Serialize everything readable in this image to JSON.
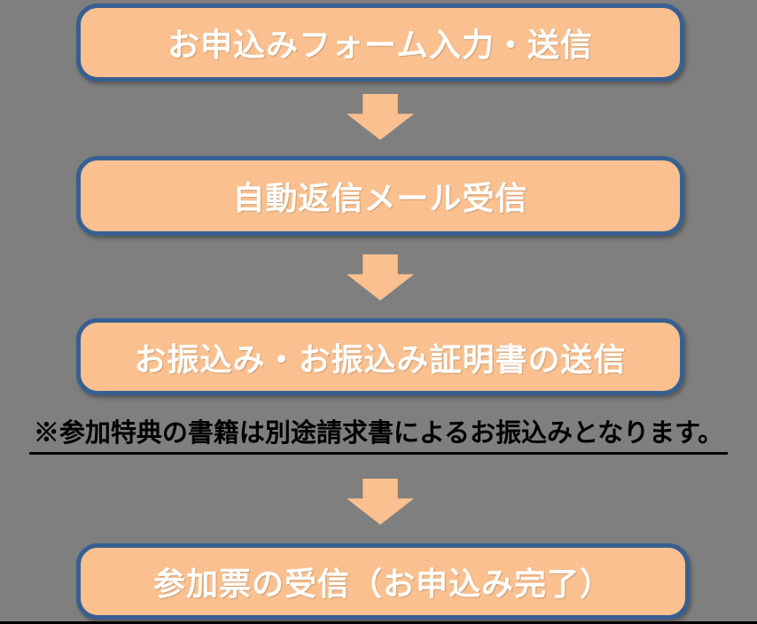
{
  "flow": {
    "steps": [
      {
        "label": "お申込みフォーム入力・送信"
      },
      {
        "label": "自動返信メール受信"
      },
      {
        "label": "お振込み・お振込み証明書の送信"
      },
      {
        "label": "参加票の受信（お申込み完了）"
      }
    ],
    "note": "※参加特典の書籍は別途請求書によるお振込みとなります。"
  },
  "colors": {
    "background": "#7F7F7F",
    "box-fill": "#FAC090",
    "box-border": "#376092",
    "box-text": "#FFFFFF",
    "arrow-fill": "#FAC090",
    "note-text": "#000000",
    "bottom-edge": "#000000"
  }
}
